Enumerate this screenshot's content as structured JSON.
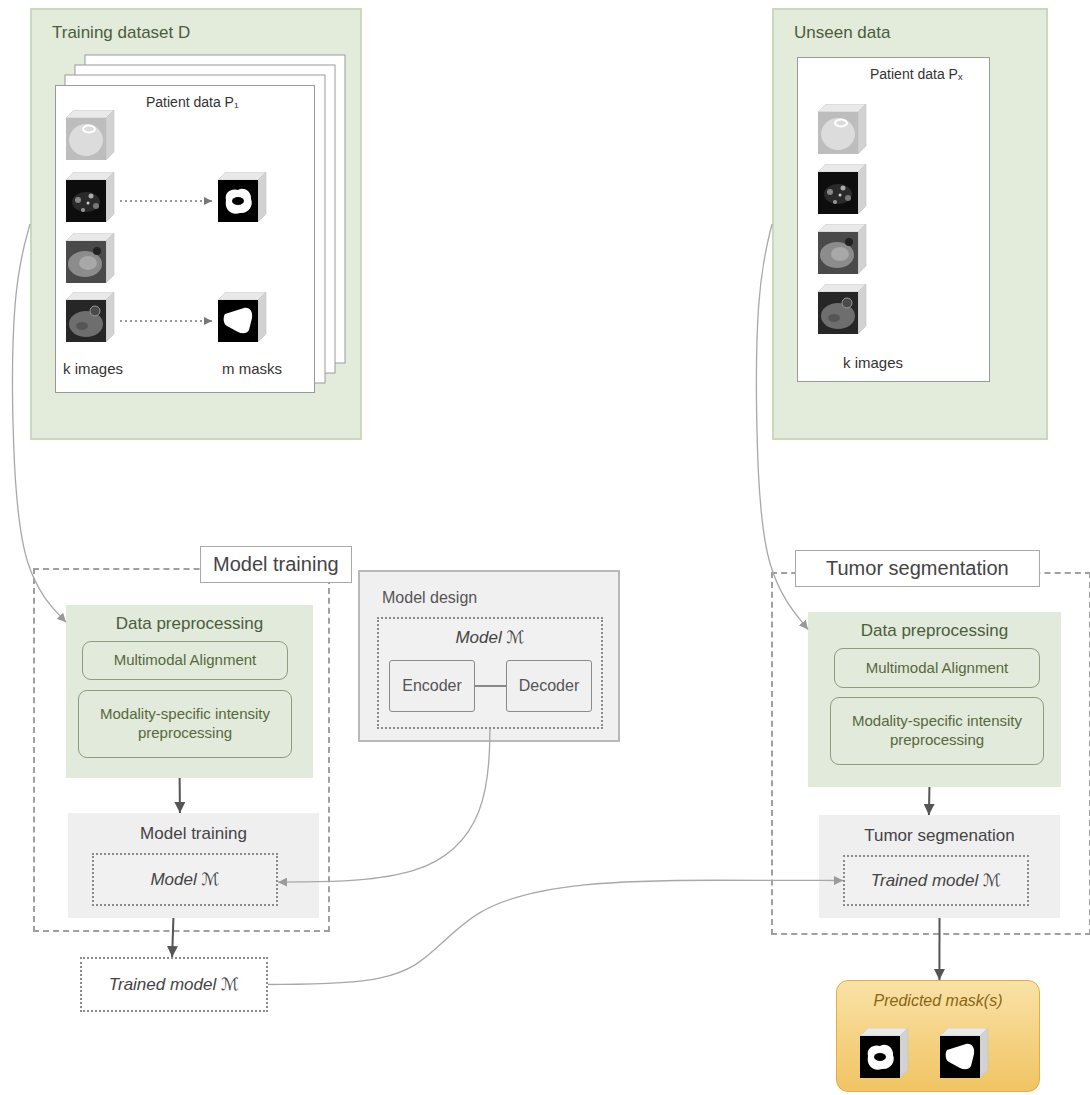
{
  "diagram": {
    "nodes": [
      {
        "text": [
          "Training dataset D"
        ]
      },
      {
        "text": [
          "Patient data P₁",
          "k images",
          "m masks"
        ],
        "in": 0
      },
      {
        "text": [
          "Unseen data"
        ]
      },
      {
        "text": [
          "Patient data Pₓ",
          "k images"
        ],
        "in": 2
      },
      {
        "text": [
          "Model training"
        ]
      },
      {
        "text": [
          "Data preprocessing"
        ],
        "in": 4
      },
      {
        "text": [
          "Multimodal Alignment"
        ],
        "in": 5
      },
      {
        "text": [
          "Modality-specific intensity preprocessing"
        ],
        "in": 5
      },
      {
        "text": [
          "Model training"
        ],
        "in": 4
      },
      {
        "text": [
          "Model ℳ"
        ],
        "in": 8
      },
      {
        "text": [
          "Model design"
        ]
      },
      {
        "text": [
          "Model ℳ"
        ],
        "in": 10
      },
      {
        "text": [
          "Encoder"
        ],
        "in": 11
      },
      {
        "text": [
          "Decoder"
        ],
        "in": 11
      },
      {
        "text": [
          "Trained model ℳ"
        ]
      },
      {
        "text": [
          "Tumor segmentation"
        ]
      },
      {
        "text": [
          "Data preprocessing"
        ],
        "in": 15
      },
      {
        "text": [
          "Multimodal Alignment"
        ],
        "in": 16
      },
      {
        "text": [
          "Modality-specific intensity preprocessing"
        ],
        "in": 16
      },
      {
        "text": [
          "Tumor segmenation"
        ],
        "in": 15
      },
      {
        "text": [
          "Trained model ℳ"
        ],
        "in": 19
      },
      {
        "text": [
          "Predicted mask(s)"
        ]
      }
    ],
    "edges": [
      {
        "from": 0,
        "to": 5,
        "arrow": "to"
      },
      {
        "from": 5,
        "to": 8,
        "arrow": "to"
      },
      {
        "from": 11,
        "to": 9,
        "arrow": "to"
      },
      {
        "from": 8,
        "to": 14,
        "arrow": "to"
      },
      {
        "from": 14,
        "to": 20,
        "arrow": "to"
      },
      {
        "from": 2,
        "to": 16,
        "arrow": "to"
      },
      {
        "from": 16,
        "to": 19,
        "arrow": "to"
      },
      {
        "from": 19,
        "to": 21,
        "arrow": "to"
      },
      {
        "from": 12,
        "to": 13,
        "arrow": "none"
      }
    ]
  }
}
